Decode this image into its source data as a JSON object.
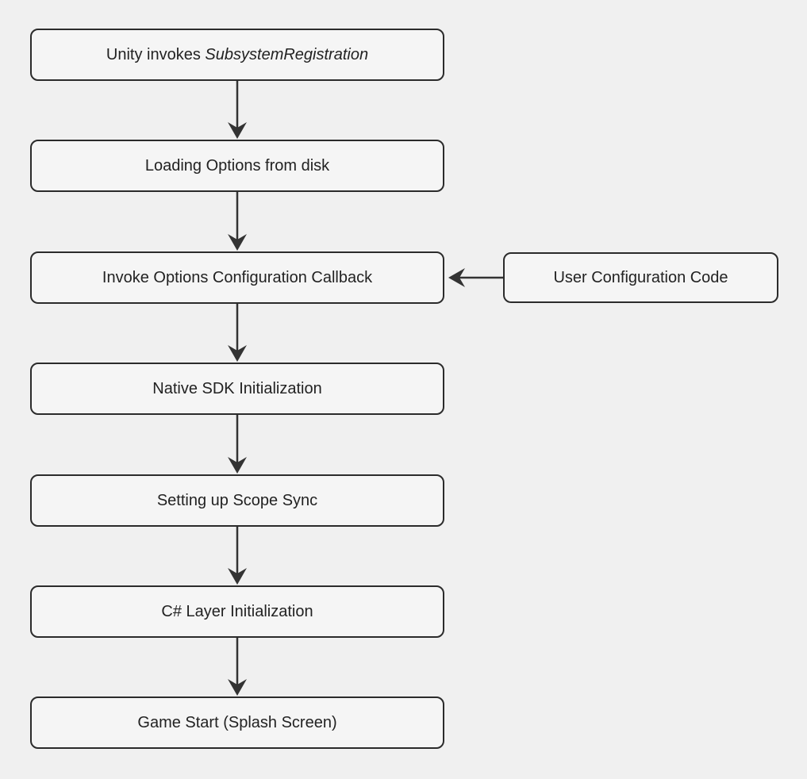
{
  "diagram": {
    "type": "flowchart",
    "direction": "top-down",
    "colors": {
      "background": "#f0f0f0",
      "node_fill": "#f5f5f5",
      "node_border": "#2b2b2b",
      "arrow": "#333333",
      "text": "#222222"
    },
    "nodes": [
      {
        "id": "unity-invokes",
        "text": "Unity invokes ",
        "text_italic": "SubsystemRegistration"
      },
      {
        "id": "loading-options",
        "text": "Loading Options from disk"
      },
      {
        "id": "invoke-callback",
        "text": "Invoke Options Configuration Callback"
      },
      {
        "id": "native-sdk-init",
        "text": "Native SDK Initialization"
      },
      {
        "id": "scope-sync",
        "text": "Setting up Scope Sync"
      },
      {
        "id": "csharp-init",
        "text": "C# Layer Initialization"
      },
      {
        "id": "game-start",
        "text": "Game Start (Splash Screen)"
      }
    ],
    "side_node": {
      "id": "user-config-code",
      "text": "User Configuration Code"
    },
    "edges": [
      {
        "from": "unity-invokes",
        "to": "loading-options"
      },
      {
        "from": "loading-options",
        "to": "invoke-callback"
      },
      {
        "from": "invoke-callback",
        "to": "native-sdk-init"
      },
      {
        "from": "native-sdk-init",
        "to": "scope-sync"
      },
      {
        "from": "scope-sync",
        "to": "csharp-init"
      },
      {
        "from": "csharp-init",
        "to": "game-start"
      },
      {
        "from": "user-config-code",
        "to": "invoke-callback"
      }
    ]
  }
}
